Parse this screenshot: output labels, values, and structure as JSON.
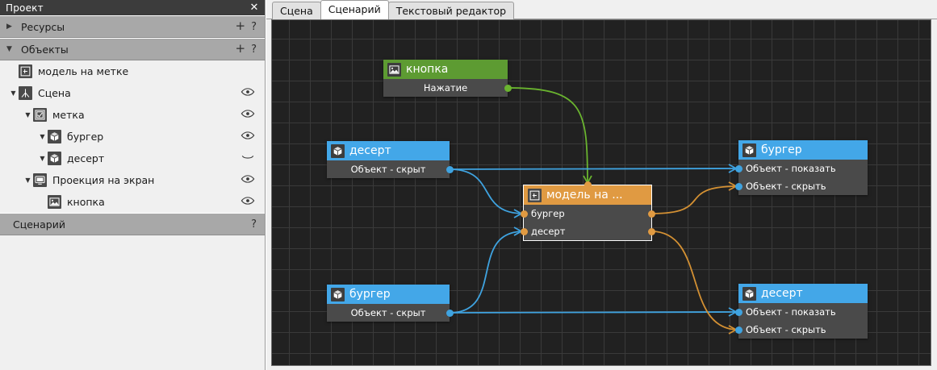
{
  "panel": {
    "title": "Проект",
    "close_icon": "close-icon",
    "sections": [
      {
        "label": "Ресурсы",
        "expanded": false,
        "arrow": "▶",
        "plus": "+",
        "help": "?"
      },
      {
        "label": "Объекты",
        "expanded": true,
        "arrow": "▼",
        "plus": "+",
        "help": "?"
      }
    ],
    "tree": [
      {
        "label": "модель на метке",
        "indent": 1,
        "twisty": "",
        "icon": "marker-model-icon",
        "eye": "none"
      },
      {
        "label": "Сцена",
        "indent": 1,
        "twisty": "▼",
        "icon": "scene-icon",
        "eye": "open"
      },
      {
        "label": "метка",
        "indent": 2,
        "twisty": "▼",
        "icon": "marker-icon",
        "eye": "open"
      },
      {
        "label": "бургер",
        "indent": 3,
        "twisty": "▼",
        "icon": "cube-icon",
        "eye": "open"
      },
      {
        "label": "десерт",
        "indent": 3,
        "twisty": "▼",
        "icon": "cube-icon",
        "eye": "closed"
      },
      {
        "label": "Проекция на экран",
        "indent": 2,
        "twisty": "▼",
        "icon": "screen-icon",
        "eye": "open"
      },
      {
        "label": "кнопка",
        "indent": 3,
        "twisty": "",
        "icon": "image-icon",
        "eye": "open"
      }
    ],
    "footer_section": {
      "label": "Сценарий",
      "help": "?"
    }
  },
  "tabs": [
    {
      "label": "Сцена",
      "active": false
    },
    {
      "label": "Сценарий",
      "active": true
    },
    {
      "label": "Текстовый редактор",
      "active": false
    }
  ],
  "graph": {
    "nodes": [
      {
        "id": "knopka",
        "title": "кнопка",
        "icon": "image-icon",
        "header_color": "#5d9b32",
        "rows": [
          {
            "label": "Нажатие",
            "align": "center",
            "port_right": "green"
          }
        ]
      },
      {
        "id": "desert_src",
        "title": "десерт",
        "icon": "cube-icon",
        "header_color": "#43a7e8",
        "rows": [
          {
            "label": "Объект - скрыт",
            "align": "center",
            "port_right": "blue"
          }
        ]
      },
      {
        "id": "model_na",
        "title": "модель на ...",
        "icon": "marker-model-icon",
        "header_color": "#e09a42",
        "selected": true,
        "port_top": "orange",
        "rows": [
          {
            "label": "бургер",
            "align": "left",
            "port_left": "orange",
            "port_right": "orange"
          },
          {
            "label": "десерт",
            "align": "left",
            "port_left": "orange",
            "port_right": "orange"
          }
        ]
      },
      {
        "id": "burger_src",
        "title": "бургер",
        "icon": "cube-icon",
        "header_color": "#43a7e8",
        "rows": [
          {
            "label": "Объект - скрыт",
            "align": "center",
            "port_right": "blue"
          }
        ]
      },
      {
        "id": "burger_dst",
        "title": "бургер",
        "icon": "cube-icon",
        "header_color": "#43a7e8",
        "rows": [
          {
            "label": "Объект - показать",
            "align": "left",
            "port_left": "blue"
          },
          {
            "label": "Объект - скрыть",
            "align": "left",
            "port_left": "blue"
          }
        ]
      },
      {
        "id": "desert_dst",
        "title": "десерт",
        "icon": "cube-icon",
        "header_color": "#43a7e8",
        "rows": [
          {
            "label": "Объект - показать",
            "align": "left",
            "port_left": "blue"
          },
          {
            "label": "Объект - скрыть",
            "align": "left",
            "port_left": "blue"
          }
        ]
      }
    ],
    "edge_colors": {
      "trigger": "#6ab42f",
      "show": "#3fa3e0",
      "hide": "#d39033"
    }
  }
}
